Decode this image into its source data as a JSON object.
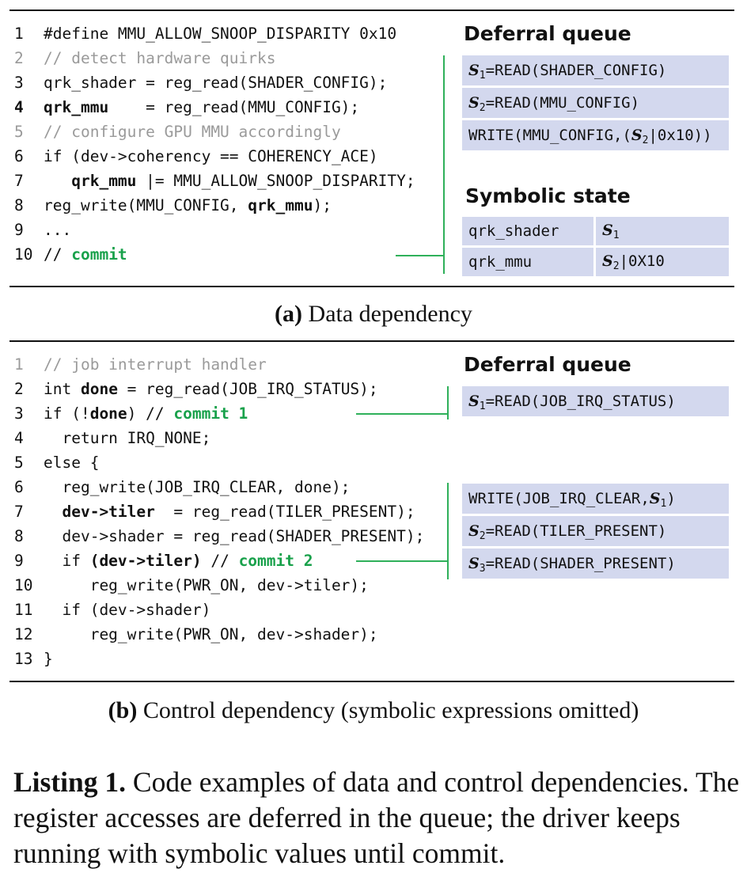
{
  "panel_a": {
    "code": [
      {
        "n": "1",
        "parts": [
          {
            "t": "#define MMU_ALLOW_SNOOP_DISPARITY 0x10"
          }
        ]
      },
      {
        "n": "2",
        "comment": true,
        "parts": [
          {
            "t": "// detect hardware quirks"
          }
        ]
      },
      {
        "n": "3",
        "parts": [
          {
            "t": "qrk_shader = reg_read(SHADER_CONFIG);"
          }
        ]
      },
      {
        "n": "4",
        "bold_num": true,
        "parts": [
          {
            "t": "qrk_mmu",
            "b": true
          },
          {
            "t": "    = reg_read(MMU_CONFIG);"
          }
        ]
      },
      {
        "n": "5",
        "comment": true,
        "parts": [
          {
            "t": "// configure GPU MMU accordingly"
          }
        ]
      },
      {
        "n": "6",
        "parts": [
          {
            "t": "if (dev->coherency == COHERENCY_ACE)"
          }
        ]
      },
      {
        "n": "7",
        "parts": [
          {
            "t": "   "
          },
          {
            "t": "qrk_mmu",
            "b": true
          },
          {
            "t": " |= MMU_ALLOW_SNOOP_DISPARITY;"
          }
        ]
      },
      {
        "n": "8",
        "parts": [
          {
            "t": "reg_write(MMU_CONFIG, "
          },
          {
            "t": "qrk_mmu",
            "b": true
          },
          {
            "t": ");"
          }
        ]
      },
      {
        "n": "9",
        "parts": [
          {
            "t": "..."
          }
        ]
      },
      {
        "n": "10",
        "parts": [
          {
            "t": "// "
          },
          {
            "t": "commit",
            "g": true
          }
        ]
      }
    ],
    "deferral_title": "Deferral queue",
    "queue": [
      {
        "sym": "S",
        "sub": "1",
        "rest": "=READ(SHADER_CONFIG)"
      },
      {
        "sym": "S",
        "sub": "2",
        "rest": "=READ(MMU_CONFIG)"
      },
      {
        "pre": "WRITE(MMU_CONFIG,(",
        "sym": "S",
        "sub": "2",
        "rest": "|0x10))"
      }
    ],
    "state_title": "Symbolic state",
    "state": [
      {
        "name": "qrk_shader",
        "sym": "S",
        "sub": "1",
        "rest": ""
      },
      {
        "name": "qrk_mmu",
        "sym": "S",
        "sub": "2",
        "rest": "|0X10"
      }
    ],
    "caption_label": "(a)",
    "caption_text": " Data dependency"
  },
  "panel_b": {
    "code": [
      {
        "n": "1",
        "comment": true,
        "parts": [
          {
            "t": "// job interrupt handler"
          }
        ]
      },
      {
        "n": "2",
        "parts": [
          {
            "t": "int "
          },
          {
            "t": "done",
            "b": true
          },
          {
            "t": " = reg_read(JOB_IRQ_STATUS);"
          }
        ]
      },
      {
        "n": "3",
        "parts": [
          {
            "t": "if (!"
          },
          {
            "t": "done",
            "b": true
          },
          {
            "t": ") // "
          },
          {
            "t": "commit 1",
            "g": true
          }
        ]
      },
      {
        "n": "4",
        "parts": [
          {
            "t": "  return IRQ_NONE;"
          }
        ]
      },
      {
        "n": "5",
        "parts": [
          {
            "t": "else {"
          }
        ]
      },
      {
        "n": "6",
        "parts": [
          {
            "t": "  reg_write(JOB_IRQ_CLEAR, done);"
          }
        ]
      },
      {
        "n": "7",
        "parts": [
          {
            "t": "  "
          },
          {
            "t": "dev->tiler",
            "b": true
          },
          {
            "t": "  = reg_read(TILER_PRESENT);"
          }
        ]
      },
      {
        "n": "8",
        "parts": [
          {
            "t": "  dev->shader = reg_read(SHADER_PRESENT);"
          }
        ]
      },
      {
        "n": "9",
        "parts": [
          {
            "t": "  if "
          },
          {
            "t": "(dev->tiler)",
            "b": true
          },
          {
            "t": " // "
          },
          {
            "t": "commit 2",
            "g": true
          }
        ]
      },
      {
        "n": "10",
        "parts": [
          {
            "t": "     reg_write(PWR_ON, dev->tiler);"
          }
        ]
      },
      {
        "n": "11",
        "parts": [
          {
            "t": "  if (dev->shader)"
          }
        ]
      },
      {
        "n": "12",
        "parts": [
          {
            "t": "     reg_write(PWR_ON, dev->shader);"
          }
        ]
      },
      {
        "n": "13",
        "parts": [
          {
            "t": "}"
          }
        ]
      }
    ],
    "deferral_title": "Deferral queue",
    "queue1": [
      {
        "sym": "S",
        "sub": "1",
        "rest": "=READ(JOB_IRQ_STATUS)"
      }
    ],
    "queue2": [
      {
        "pre": "WRITE(JOB_IRQ_CLEAR,",
        "sym": "S",
        "sub": "1",
        "rest": ")"
      },
      {
        "sym": "S",
        "sub": "2",
        "rest": "=READ(TILER_PRESENT)"
      },
      {
        "sym": "S",
        "sub": "3",
        "rest": "=READ(SHADER_PRESENT)"
      }
    ],
    "caption_label": "(b)",
    "caption_text": " Control dependency (symbolic expressions omitted)"
  },
  "listing": {
    "label": "Listing 1.",
    "text": " Code examples of data and control dependencies. The register accesses are deferred in the queue; the driver keeps running with symbolic values until commit."
  },
  "colors": {
    "green": "#19a14b",
    "queue_bg": "#d3d8ee",
    "comment": "#9a9a9a"
  }
}
